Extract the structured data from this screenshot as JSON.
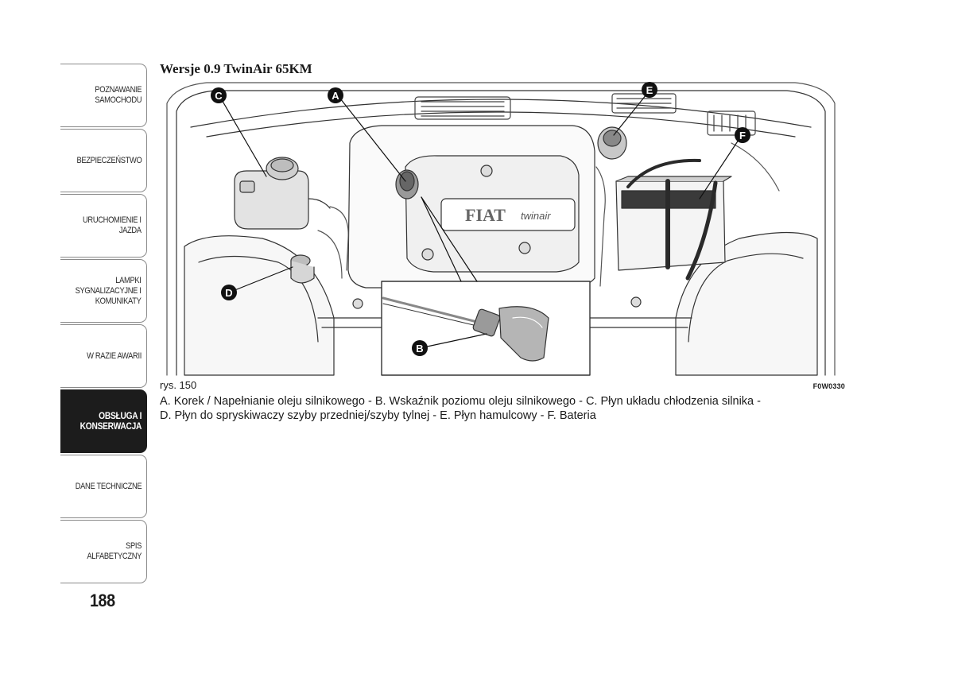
{
  "sidebar": {
    "tabs": [
      {
        "label": "POZNAWANIE\nSAMOCHODU",
        "active": false
      },
      {
        "label": "BEZPIECZEŃSTWO",
        "active": false
      },
      {
        "label": "URUCHOMIENIE I\nJAZDA",
        "active": false
      },
      {
        "label": "LAMPKI\nSYGNALIZACYJNE I\nKOMUNIKATY",
        "active": false
      },
      {
        "label": "W RAZIE AWARII",
        "active": false
      },
      {
        "label": "OBSŁUGA I\nKONSERWACJA",
        "active": true
      },
      {
        "label": "DANE TECHNICZNE",
        "active": false
      },
      {
        "label": "SPIS ALFABETYCZNY",
        "active": false
      }
    ]
  },
  "page_number": "188",
  "section_heading": "Wersje 0.9 TwinAir 65KM",
  "figure": {
    "number": "rys. 150",
    "code": "F0W0330",
    "callouts": [
      "A",
      "B",
      "C",
      "D",
      "E",
      "F"
    ],
    "engine_cover_brand": "FIAT",
    "engine_cover_model": "twinair"
  },
  "caption": {
    "line1": "A. Korek / Napełnianie oleju silnikowego - B. Wskaźnik poziomu oleju silnikowego - C. Płyn układu chłodzenia silnika -",
    "line2": "D. Płyn do spryskiwaczy szyby przedniej/szyby tylnej - E. Płyn hamulcowy - F. Bateria"
  }
}
